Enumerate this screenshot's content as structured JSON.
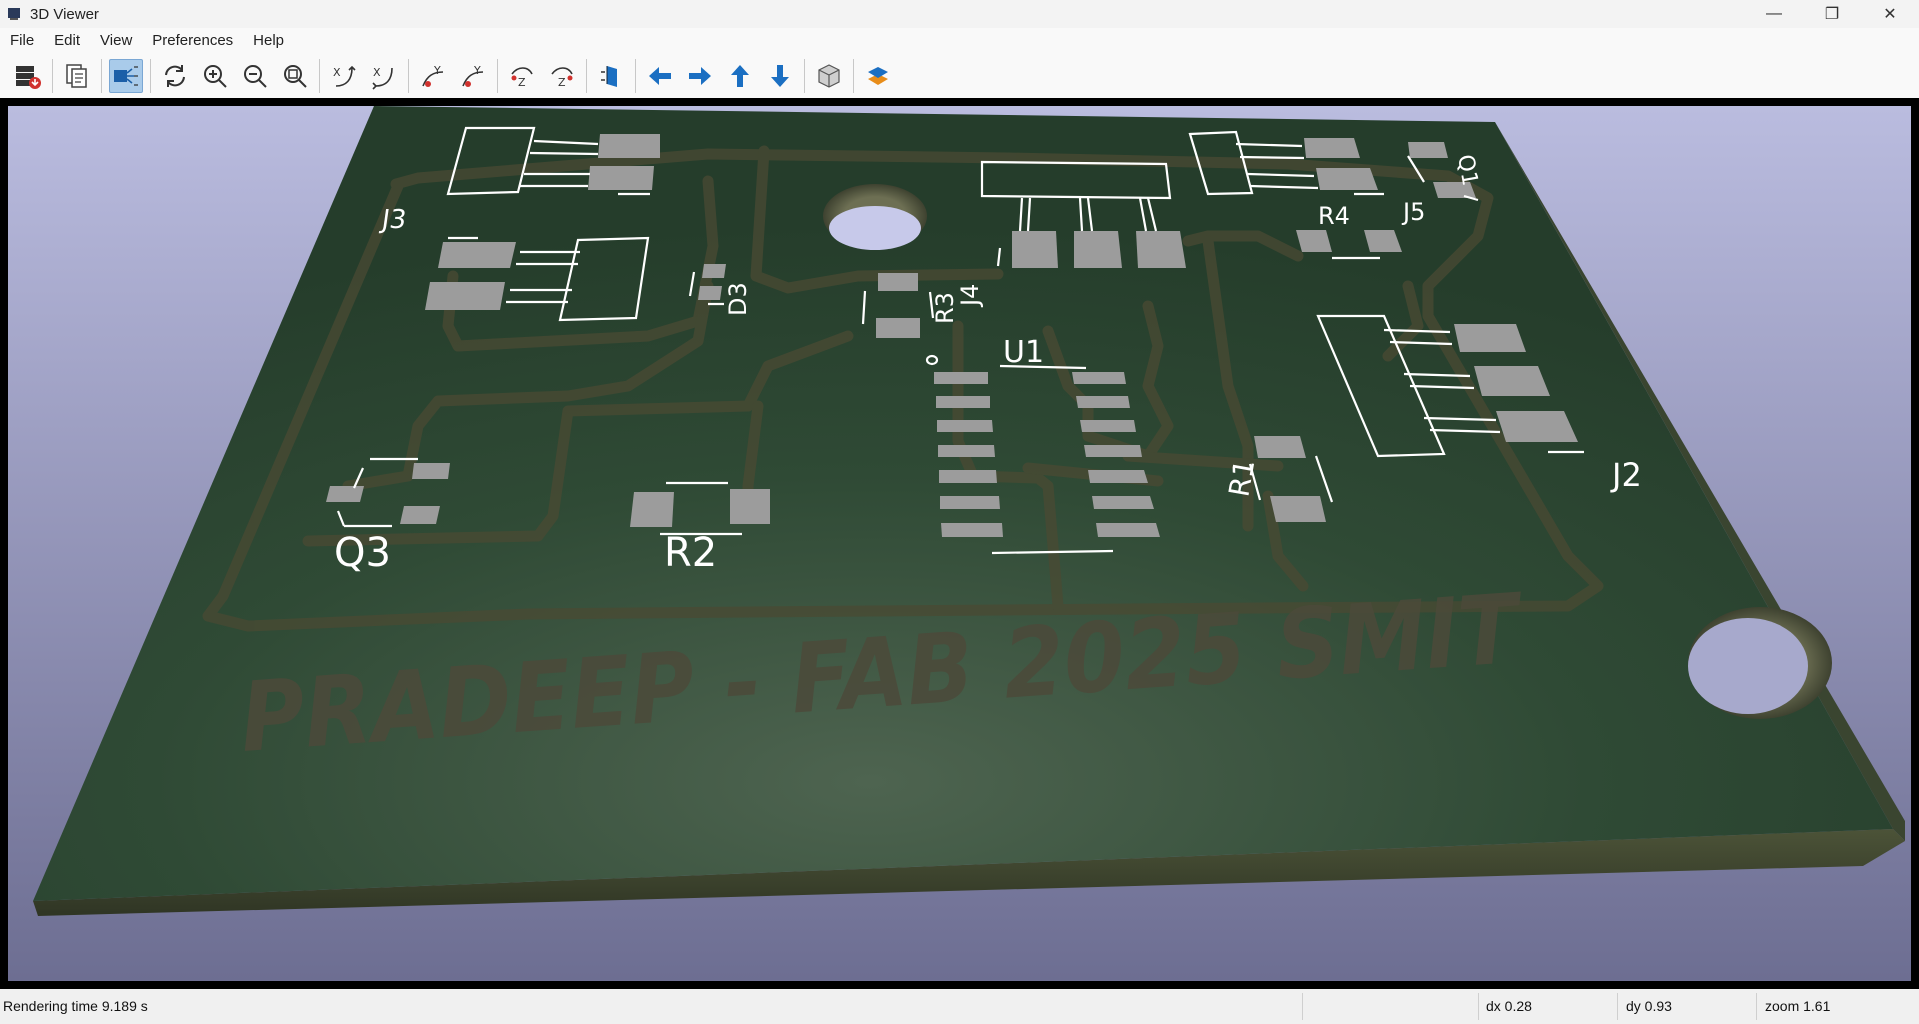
{
  "window": {
    "title": "3D Viewer",
    "minimize": "—",
    "maximize": "❐",
    "close": "✕"
  },
  "menu": [
    "File",
    "Edit",
    "View",
    "Preferences",
    "Help"
  ],
  "toolbar": {
    "buttons": [
      "render-options",
      "copy-image",
      "raytracing-toggle",
      "reload",
      "zoom-in",
      "zoom-out",
      "zoom-fit",
      "rotate-x-cw",
      "rotate-x-ccw",
      "rotate-y-cw",
      "rotate-y-ccw",
      "rotate-z-cw",
      "rotate-z-ccw",
      "flip-board",
      "pan-left",
      "pan-right",
      "pan-up",
      "pan-down",
      "orthographic",
      "layers"
    ]
  },
  "board": {
    "silk_labels": [
      "J3",
      "D3",
      "R3",
      "J4",
      "U1",
      "R4",
      "J5",
      "Q1",
      "J2",
      "R1",
      "Q3",
      "R2"
    ],
    "watermark": "PRADEEP - FAB 2025 SMIT",
    "colors": {
      "board": "#2b4531",
      "silk": "#ffffff",
      "pad": "#9c9c9c",
      "trace": "#4a4a32",
      "background_top": "#b7b9dc",
      "background_bottom": "#6e6f93"
    }
  },
  "status": {
    "rendering_time": "Rendering time 9.189 s",
    "dx": "dx 0.28",
    "dy": "dy 0.93",
    "zoom": "zoom 1.61"
  }
}
